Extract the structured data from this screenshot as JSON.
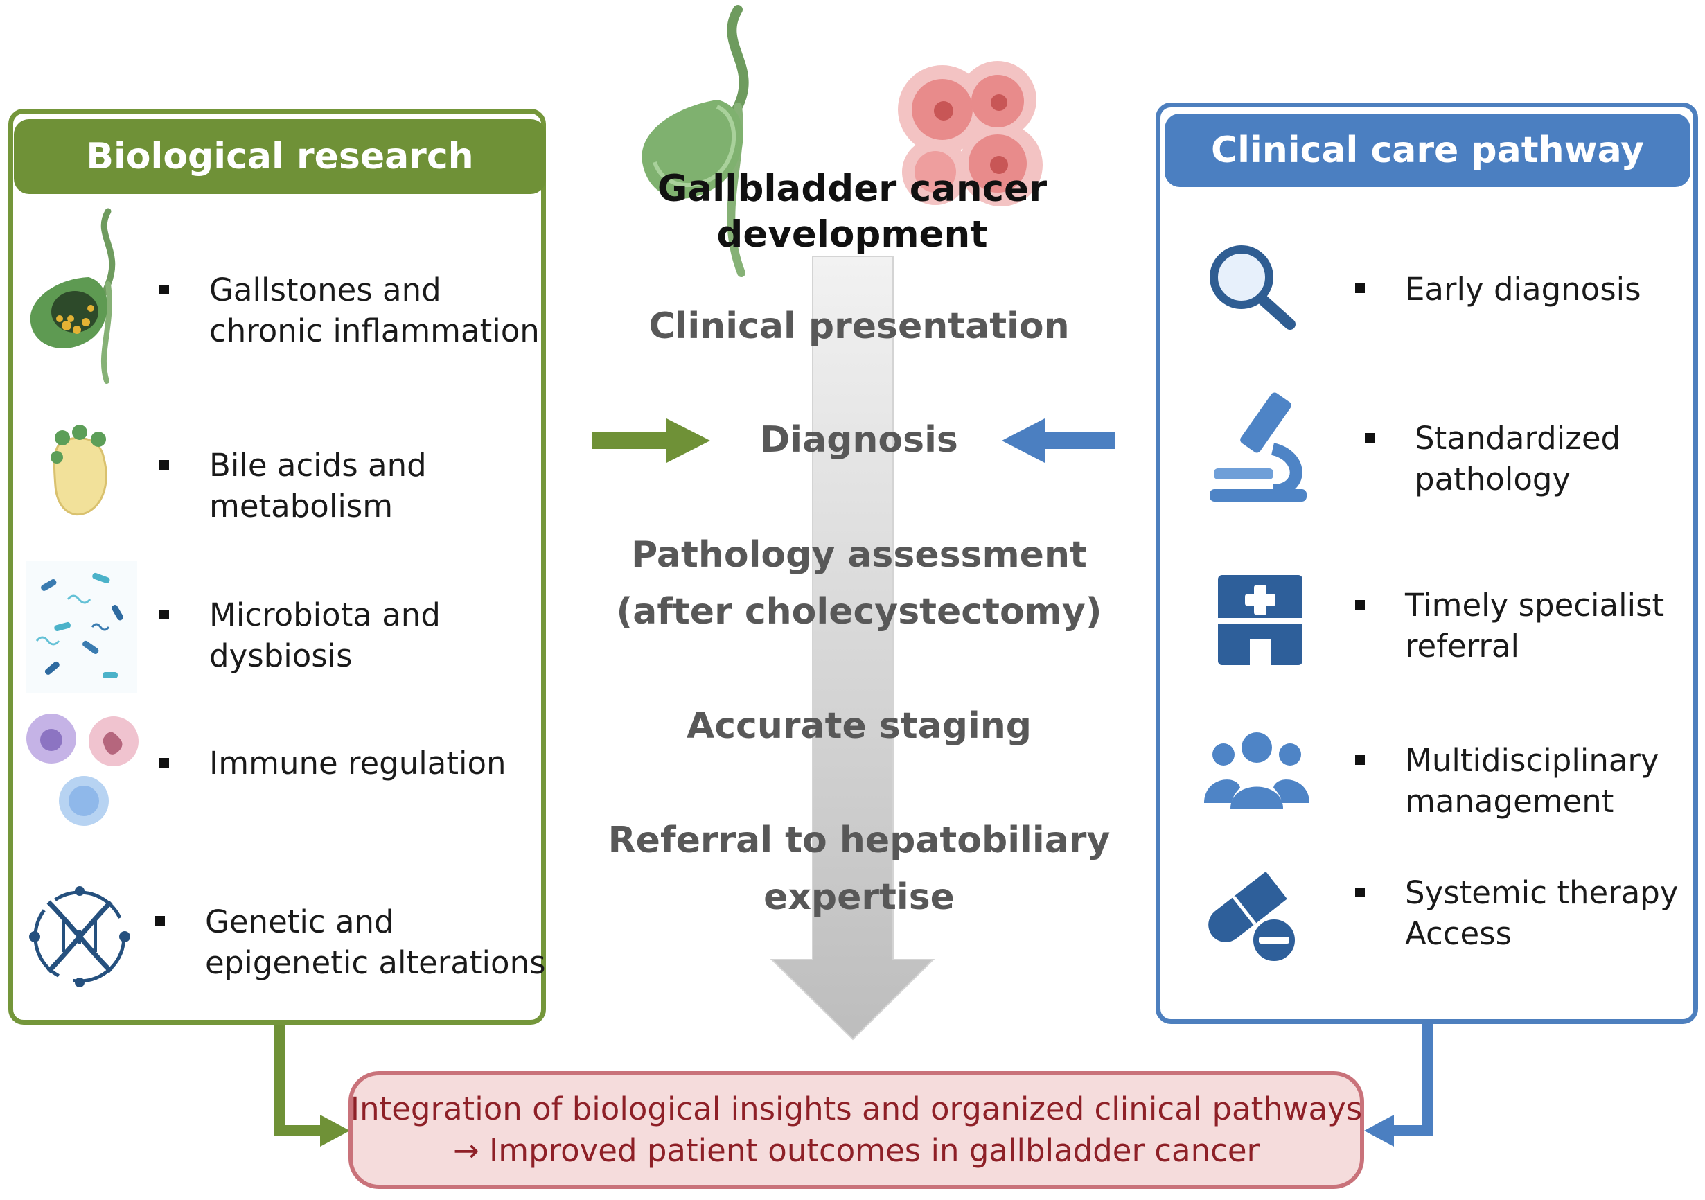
{
  "biological_research": {
    "title": "Biological research",
    "items": [
      {
        "line1": "Gallstones and",
        "line2": "chronic inflammation",
        "icon": "gallbladder-stones-icon"
      },
      {
        "line1": "Bile acids and",
        "line2": "metabolism",
        "icon": "bile-acid-icon"
      },
      {
        "line1": "Microbiota and",
        "line2": "dysbiosis",
        "icon": "microbiota-icon"
      },
      {
        "line1": "Immune regulation",
        "line2": "",
        "icon": "immune-cells-icon"
      },
      {
        "line1": "Genetic and",
        "line2": "epigenetic alterations",
        "icon": "dna-icon"
      }
    ]
  },
  "center": {
    "title_line1": "Gallbladder cancer",
    "title_line2": "development",
    "steps": [
      "Clinical presentation",
      "Diagnosis",
      "Pathology assessment",
      "(after cholecystectomy)",
      "Accurate staging",
      "Referral to hepatobiliary",
      "expertise"
    ]
  },
  "clinical_care": {
    "title": "Clinical care pathway",
    "items": [
      {
        "line1": "Early diagnosis",
        "line2": "",
        "icon": "magnifier-icon"
      },
      {
        "line1": "Standardized",
        "line2": "pathology",
        "icon": "microscope-icon"
      },
      {
        "line1": "Timely specialist",
        "line2": "referral",
        "icon": "hospital-icon"
      },
      {
        "line1": "Multidisciplinary",
        "line2": "management",
        "icon": "team-icon"
      },
      {
        "line1": "Systemic therapy",
        "line2": "Access",
        "icon": "pill-icon"
      }
    ]
  },
  "outcome": {
    "line1": "Integration of biological insights and organized clinical pathways",
    "line2": "→ Improved patient outcomes in gallbladder cancer"
  },
  "colors": {
    "green": "#6f9137",
    "blue": "#4b7fc1",
    "outcome_fill": "#f5dcdc",
    "outcome_border": "#c9727a",
    "outcome_text": "#8e2027"
  }
}
